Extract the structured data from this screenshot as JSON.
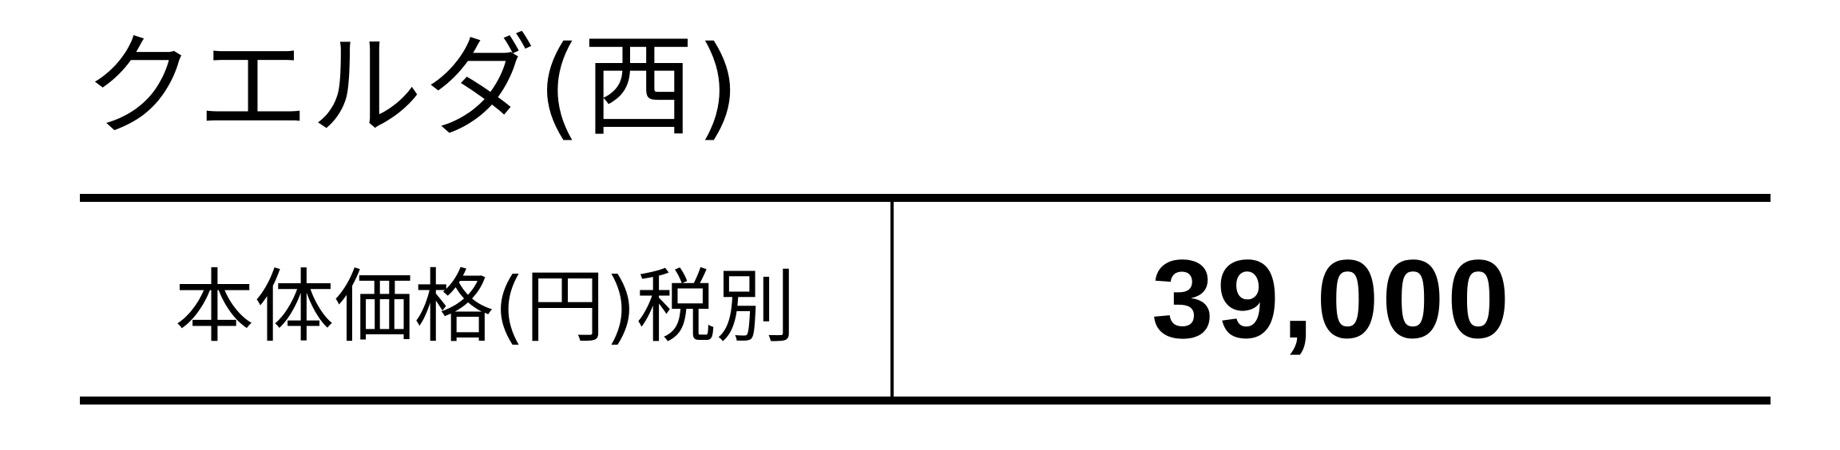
{
  "title": "クエルダ(西)",
  "price_row": {
    "label": "本体価格(円)税別",
    "value": "39,000"
  }
}
